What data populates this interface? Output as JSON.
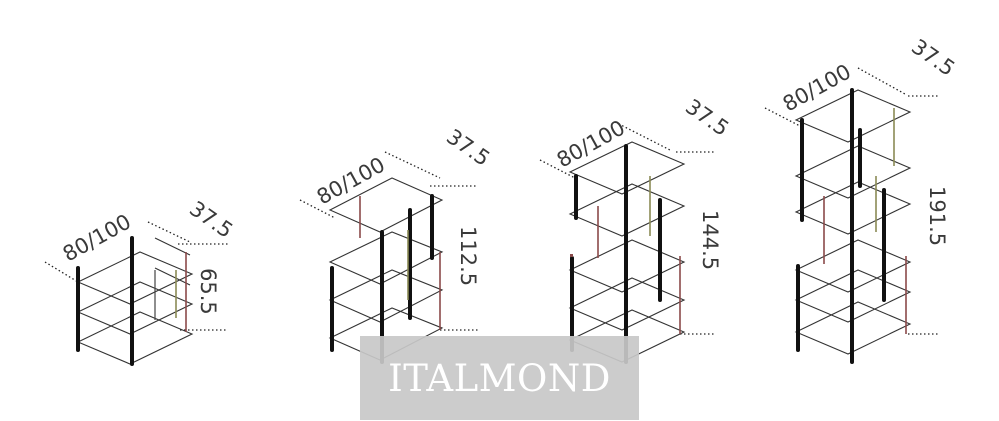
{
  "units": [
    {
      "width_label": "80/100",
      "depth_label": "37.5",
      "height_label": "65.5"
    },
    {
      "width_label": "80/100",
      "depth_label": "37.5",
      "height_label": "112.5"
    },
    {
      "width_label": "80/100",
      "depth_label": "37.5",
      "height_label": "144.5"
    },
    {
      "width_label": "80/100",
      "depth_label": "37.5",
      "height_label": "191.5"
    }
  ],
  "watermark": {
    "text": "ITALMOND"
  },
  "colors": {
    "frame": "#111111",
    "line": "#333333",
    "accent_rose": "#8a4a4a",
    "accent_olive": "#8a8a55",
    "watermark_bg": "#c8c8c8"
  }
}
